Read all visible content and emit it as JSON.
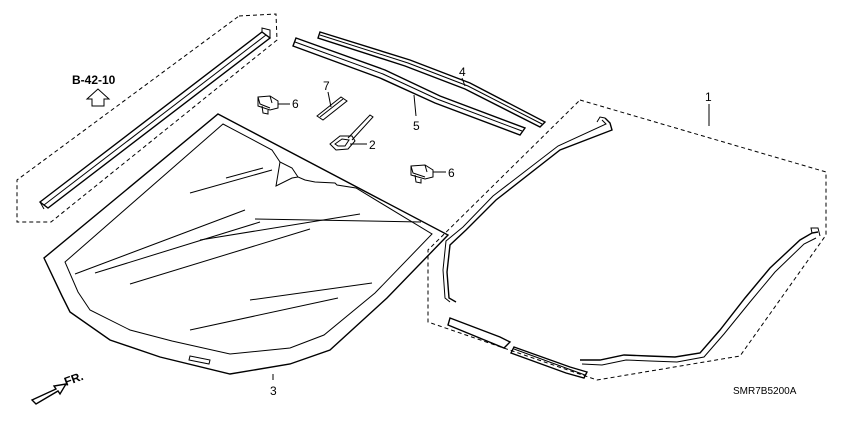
{
  "reference": {
    "text": "B-42-10"
  },
  "direction": {
    "text": "FR."
  },
  "diagram_code": "SMR7B5200A",
  "callouts": {
    "c1": "1",
    "c2": "2",
    "c3": "3",
    "c4": "4",
    "c5": "5",
    "c6a": "6",
    "c6b": "6",
    "c7": "7"
  },
  "icons": [
    "up-arrow-icon",
    "front-arrow-icon"
  ]
}
